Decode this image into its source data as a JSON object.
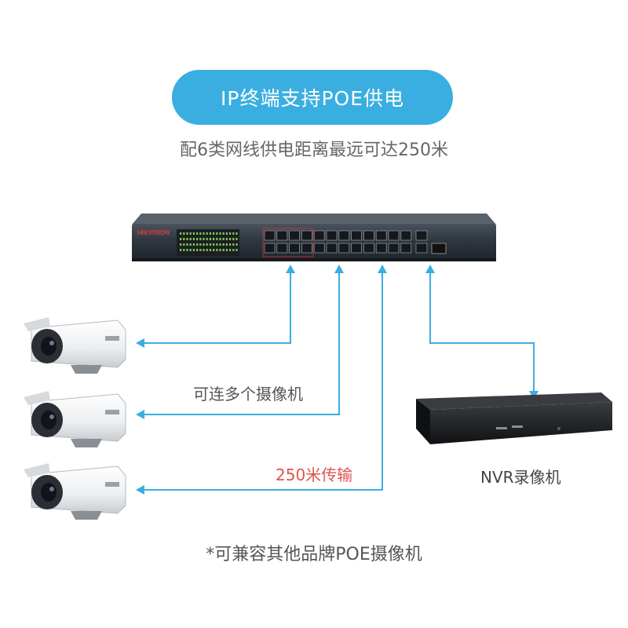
{
  "banner": {
    "title": "IP终端支持POE供电"
  },
  "subtitle": "配6类网线供电距离最远可达250米",
  "switch": {
    "brand": "HIKVISION"
  },
  "labels": {
    "multiple_cameras": "可连多个摄像机",
    "distance": "250米传输",
    "nvr": "NVR录像机"
  },
  "footnote": "*可兼容其他品牌POE摄像机",
  "colors": {
    "accent": "#3aaee0",
    "cable": "#3aaee0",
    "highlight": "#e0534e",
    "switch_body": "#2f3740",
    "nvr_body": "#1c1d20"
  }
}
